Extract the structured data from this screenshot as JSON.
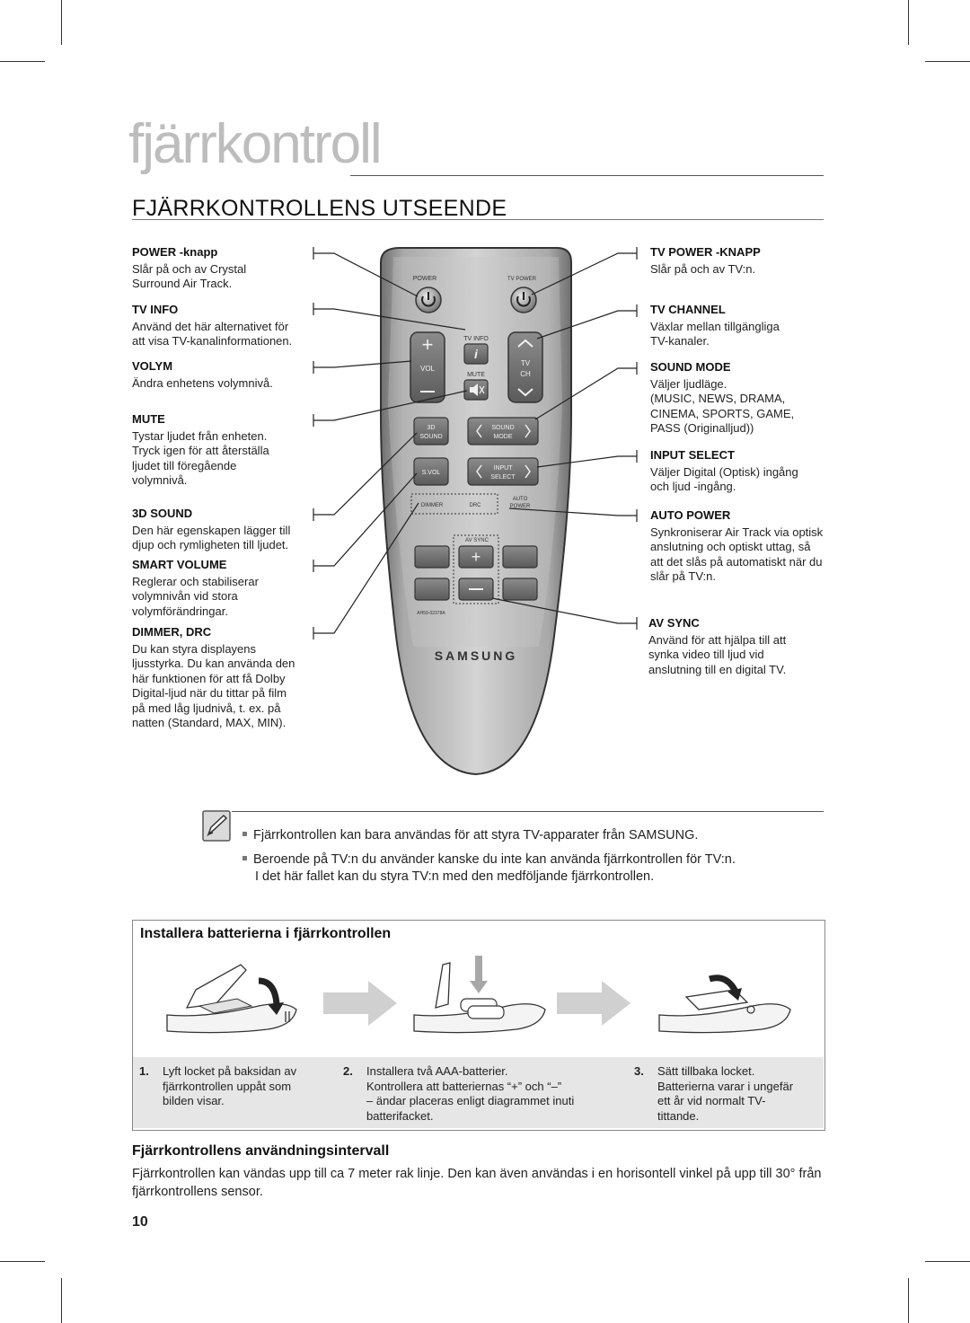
{
  "chapter": {
    "title": "fjärrkontroll"
  },
  "section": {
    "title": "FJÄRRKONTROLLENS UTSEENDE"
  },
  "left_labels": [
    {
      "heading": "POWER -knapp",
      "body": "Slår på och av Crystal\nSurround Air Track."
    },
    {
      "heading": "TV INFO",
      "body": "Använd det här alternativet för\natt visa TV-kanalinformationen."
    },
    {
      "heading": "VOLYM",
      "body": "Ändra enhetens volymnivå."
    },
    {
      "heading": "MUTE",
      "body": "Tystar ljudet från enheten.\nTryck igen för att återställa\nljudet till föregående\nvolymnivå."
    },
    {
      "heading": "3D SOUND",
      "body": "Den här egenskapen lägger till\ndjup och rymligheten till ljudet."
    },
    {
      "heading": "SMART VOLUME",
      "body": "Reglerar och stabiliserar\nvolymnivån vid stora\nvolymförändringar."
    },
    {
      "heading": "DIMMER, DRC",
      "body": "Du kan styra displayens\nljusstyrka. Du kan använda den\nhär funktionen för att få Dolby\nDigital-ljud när du tittar på film\npå med låg ljudnivå, t. ex. på\nnatten (Standard, MAX, MIN)."
    }
  ],
  "right_labels": [
    {
      "heading": "TV POWER -KNAPP",
      "body": "Slår på och av TV:n."
    },
    {
      "heading": "TV CHANNEL",
      "body": "Växlar mellan tillgängliga\nTV-kanaler."
    },
    {
      "heading": "SOUND MODE",
      "body": "Väljer ljudläge.\n(MUSIC, NEWS, DRAMA,\nCINEMA, SPORTS, GAME,\nPASS (Originalljud))"
    },
    {
      "heading": "INPUT SELECT",
      "body": "Väljer Digital (Optisk) ingång\noch ljud -ingång."
    },
    {
      "heading": "AUTO POWER",
      "body": "Synkroniserar Air Track via optisk\nanslutning och optiskt uttag, så\natt det slås på automatiskt när du\nslår på TV:n."
    },
    {
      "heading": "AV SYNC",
      "body": "Använd för att hjälpa till att\nsynka video till ljud vid\nanslutning till en digital TV."
    }
  ],
  "remote": {
    "power": "POWER",
    "tv_power": "TV POWER",
    "tv_info": "TV INFO",
    "vol": "VOL",
    "mute": "MUTE",
    "tv": "TV",
    "ch": "CH",
    "sound_3d_a": "3D",
    "sound_3d_b": "SOUND",
    "sound_mode_a": "SOUND",
    "sound_mode_b": "MODE",
    "svol": "S.VOL",
    "input_a": "INPUT",
    "input_b": "SELECT",
    "dimmer": "DIMMER",
    "drc": "DRC",
    "auto_a": "AUTO",
    "auto_b": "POWER",
    "av_sync": "AV SYNC",
    "model": "AH59-02378A",
    "brand": "SAMSUNG"
  },
  "notes": [
    "Fjärrkontrollen kan bara användas för att styra TV-apparater från SAMSUNG.",
    "Beroende på TV:n du använder kanske du inte kan använda fjärrkontrollen för TV:n.",
    "I det här fallet kan du styra TV:n med den medföljande fjärrkontrollen."
  ],
  "battery": {
    "title": "Installera batterierna i fjärrkontrollen",
    "steps": [
      {
        "num": "1.",
        "text": "Lyft locket på baksidan av\nfjärrkontrollen uppåt som\nbilden visar."
      },
      {
        "num": "2.",
        "text": "Installera två AAA-batterier.\nKontrollera att batteriernas “+” och “–”\n– ändar placeras enligt diagrammet inuti\nbatterifacket."
      },
      {
        "num": "3.",
        "text": "Sätt tillbaka locket.\nBatterierna varar i ungefär\nett år vid normalt TV-\ntittande."
      }
    ]
  },
  "range": {
    "title": "Fjärrkontrollens användningsintervall",
    "body": "Fjärrkontrollen kan vändas upp till ca 7 meter rak linje. Den kan även användas i en horisontell vinkel på upp till 30° från fjärrkontrollens sensor."
  },
  "page_number": "10"
}
